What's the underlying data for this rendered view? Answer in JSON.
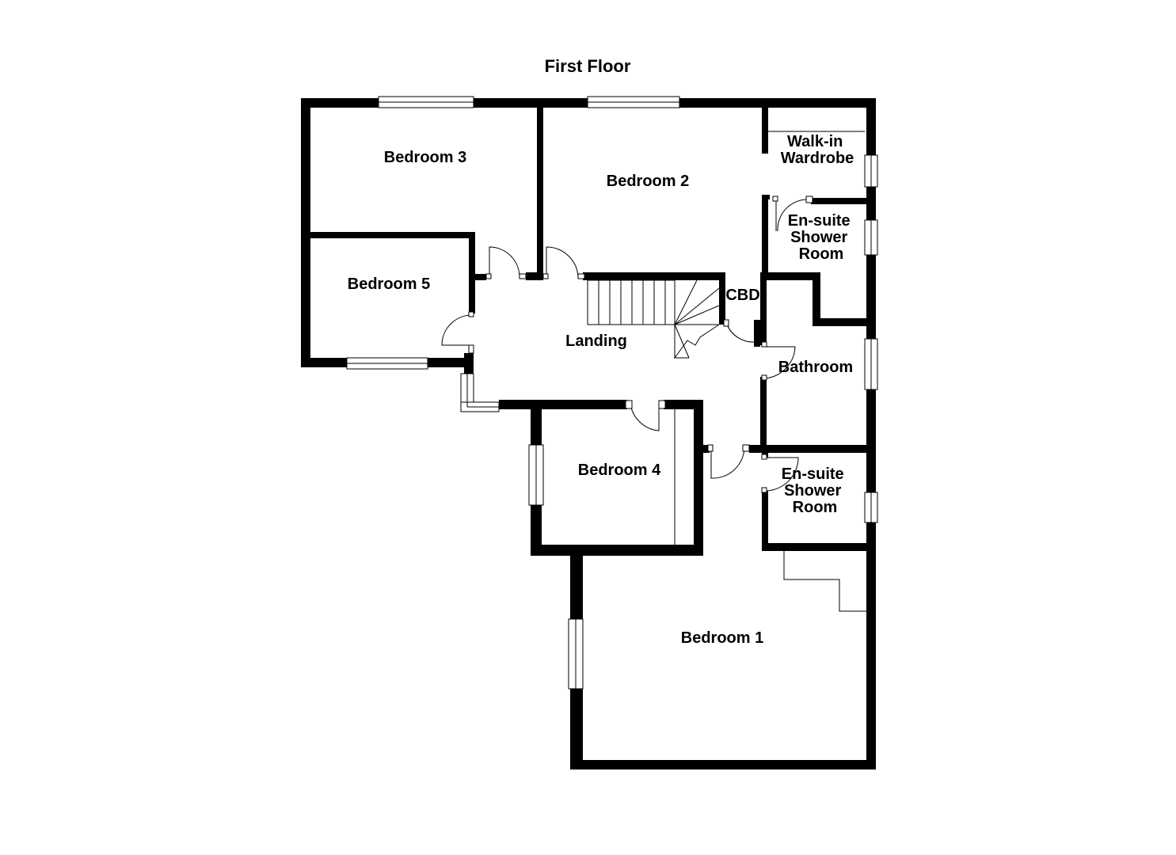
{
  "title": "First Floor",
  "rooms": {
    "bedroom_3": "Bedroom 3",
    "bedroom_2": "Bedroom 2",
    "walk_in_wardrobe": [
      "Walk-in",
      "Wardrobe"
    ],
    "ensuite_upper": [
      "En-suite",
      "Shower",
      "Room"
    ],
    "bedroom_5": "Bedroom 5",
    "cbd": "CBD",
    "landing": "Landing",
    "bathroom": "Bathroom",
    "bedroom_4": "Bedroom 4",
    "ensuite_lower": [
      "En-suite",
      "Shower",
      "Room"
    ],
    "bedroom_1": "Bedroom 1"
  },
  "colors": {
    "wall": "#000000",
    "background": "#ffffff"
  }
}
